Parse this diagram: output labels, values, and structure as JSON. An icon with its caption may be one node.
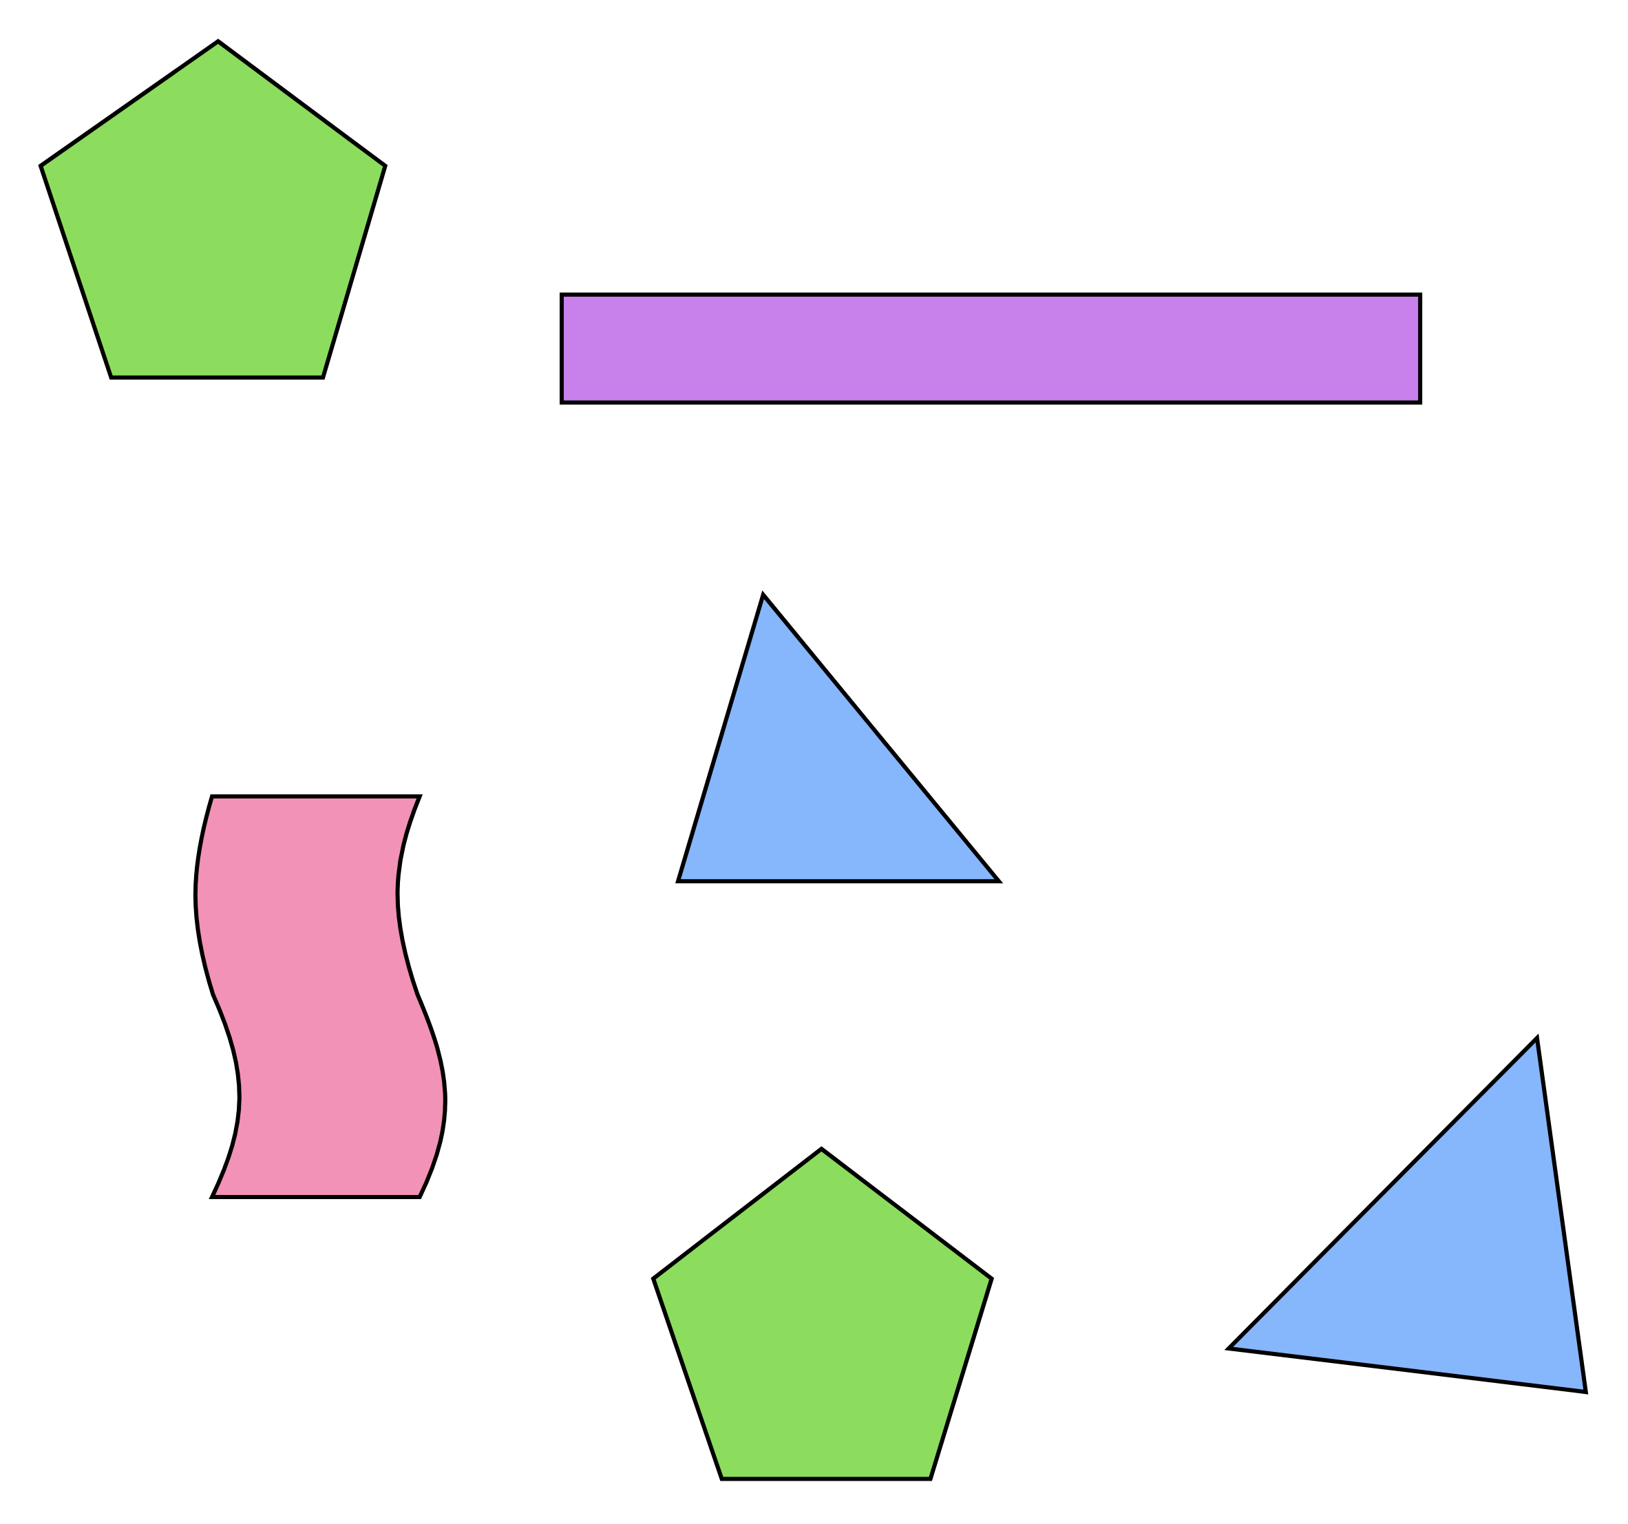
{
  "diagram": {
    "nodes": [
      {
        "text": [],
        "shape": "pentagon"
      },
      {
        "text": [],
        "shape": "bar"
      },
      {
        "text": [],
        "shape": "triangle"
      },
      {
        "text": [],
        "shape": "wave"
      },
      {
        "text": [],
        "shape": "pentagon"
      },
      {
        "text": [],
        "shape": "triangle"
      }
    ]
  }
}
